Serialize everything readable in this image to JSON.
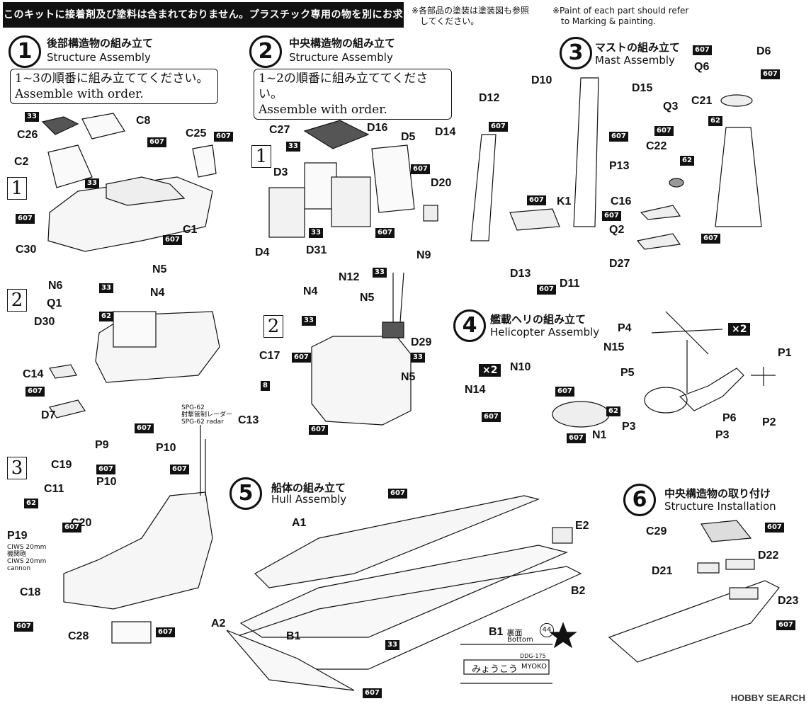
{
  "header": {
    "banner": "このキットに接着剤及び塗料は含まれておりません。プラスチック専用の物を別にお求め下さい。",
    "note_jp_1": "※各部品の塗装は塗装図も参照",
    "note_jp_2": "してください。",
    "note_en_1": "※Paint of each part should refer",
    "note_en_2": "to Marking & painting."
  },
  "steps": {
    "s1": {
      "num": "1",
      "jp": "後部構造物の組み立て",
      "en": "Structure Assembly",
      "order_jp": "1~3の順番に組み立ててください。",
      "order_en": "Assemble with order."
    },
    "s2": {
      "num": "2",
      "jp": "中央構造物の組み立て",
      "en": "Structure Assembly",
      "order_jp": "1~2の順番に組み立ててください。",
      "order_en": "Assemble with order."
    },
    "s3": {
      "num": "3",
      "jp": "マストの組み立て",
      "en": "Mast Assembly"
    },
    "s4": {
      "num": "4",
      "jp": "艦載ヘリの組み立て",
      "en": "Helicopter Assembly"
    },
    "s5": {
      "num": "5",
      "jp": "船体の組み立て",
      "en": "Hull Assembly"
    },
    "s6": {
      "num": "6",
      "jp": "中央構造物の取り付け",
      "en": "Structure Installation"
    }
  },
  "substeps": {
    "one": "1",
    "two": "2",
    "three": "3"
  },
  "parts": {
    "C33a": "C26",
    "C8": "C8",
    "C2": "C2",
    "C25": "C25",
    "C1": "C1",
    "C30": "C30",
    "N5a": "N5",
    "N6": "N6",
    "N4a": "N4",
    "Q1": "Q1",
    "D30": "D30",
    "C14": "C14",
    "D7": "D7",
    "P9": "P9",
    "P10a": "P10",
    "P10b": "P10",
    "C19": "C19",
    "C11": "C11",
    "C20": "C20",
    "P19": "P19",
    "C18": "C18",
    "C28": "C28",
    "C27": "C27",
    "D16": "D16",
    "D5": "D5",
    "D3": "D3",
    "D20": "D20",
    "D4": "D4",
    "D31": "D31",
    "N9": "N9",
    "N12": "N12",
    "N4b": "N4",
    "N5b": "N5",
    "N5c": "N5",
    "D29": "D29",
    "C17": "C17",
    "C13": "C13",
    "D12": "D12",
    "D10": "D10",
    "D15": "D15",
    "D14": "D14",
    "K1": "K1",
    "D13": "D13",
    "D11": "D11",
    "D6": "D6",
    "Q6": "Q6",
    "C21": "C21",
    "Q3": "Q3",
    "C22": "C22",
    "P13": "P13",
    "C16": "C16",
    "Q2": "Q2",
    "D27": "D27",
    "P4": "P4",
    "P1": "P1",
    "N15": "N15",
    "N10": "N10",
    "N14": "N14",
    "P5": "P5",
    "P6": "P6",
    "P3a": "P3",
    "P3b": "P3",
    "P2": "P2",
    "N1": "N1",
    "A1": "A1",
    "E2": "E2",
    "B2": "B2",
    "A2": "A2",
    "B1": "B1",
    "C29": "C29",
    "D21": "D21",
    "D22": "D22",
    "D23": "D23"
  },
  "badges": {
    "b607": "607",
    "b33": "33",
    "b62": "62",
    "b8": "8",
    "x2": "×2"
  },
  "annotations": {
    "spg_1": "SPG-62",
    "spg_2": "射撃管制レーダー",
    "spg_3": "SPG-62 radar",
    "ciws_1": "CIWS 20mm",
    "ciws_2": "機関砲",
    "ciws_3": "CIWS 20mm",
    "ciws_4": "cannon",
    "b1_label": "B1",
    "b1_jp": "裏面",
    "b1_en": "Bottom",
    "decal_no": "44",
    "ship_hull": "DDG-175",
    "ship_jp": "みょうこう",
    "ship_en": "MYOKO"
  },
  "watermark": "HOBBY SEARCH"
}
